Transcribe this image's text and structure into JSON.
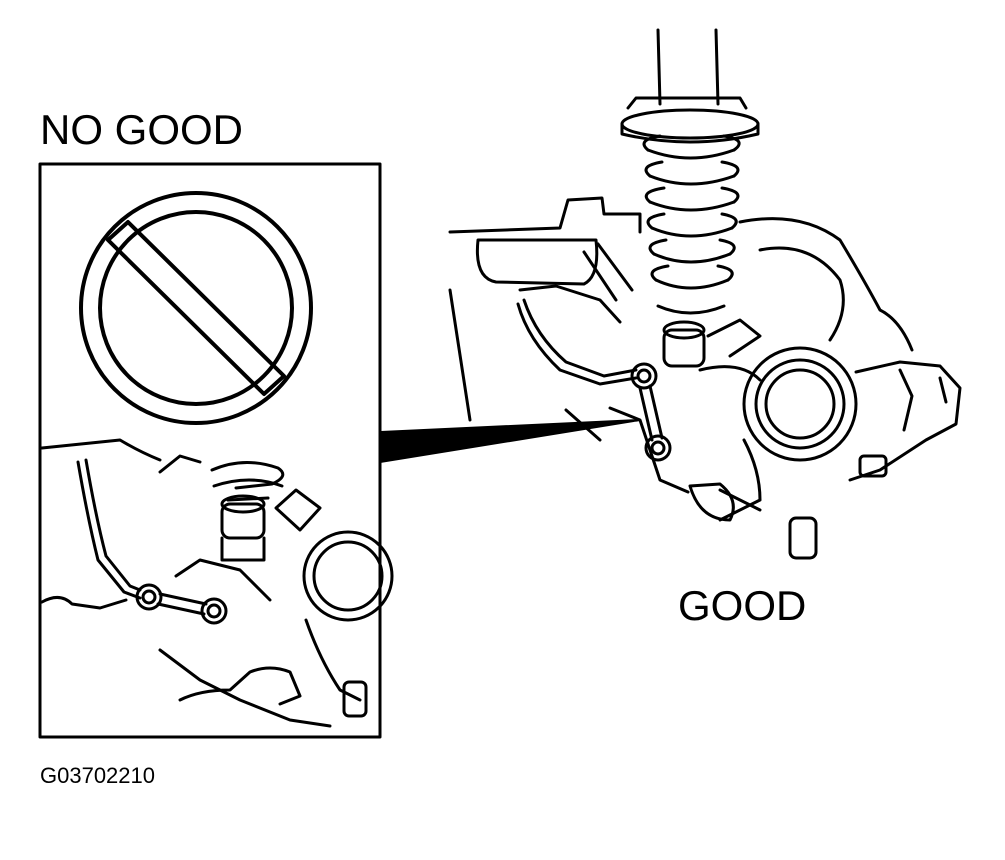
{
  "labels": {
    "no_good": "NO GOOD",
    "good": "GOOD",
    "figure_code": "G03702210"
  },
  "colors": {
    "ink": "#000000",
    "paper": "#ffffff"
  },
  "icons": {
    "prohibition": "prohibition-icon"
  }
}
